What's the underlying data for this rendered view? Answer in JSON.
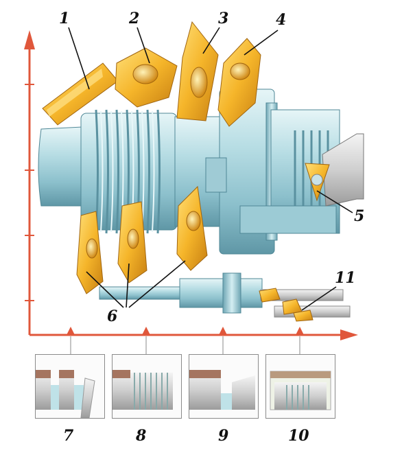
{
  "colors": {
    "axis": "#e0573b",
    "steel_light": "#b7dde4",
    "steel_mid": "#8cc0cc",
    "steel_dark": "#5f97a6",
    "insert_gold": "#f5b52a",
    "insert_light": "#ffd968",
    "insert_dark": "#c77f12",
    "leader": "#111111"
  },
  "callouts": {
    "c1": "1",
    "c2": "2",
    "c3": "3",
    "c4": "4",
    "c5": "5",
    "c6": "6",
    "c11": "11"
  },
  "thumbnails": [
    {
      "caption": "7"
    },
    {
      "caption": "8"
    },
    {
      "caption": "9"
    },
    {
      "caption": "10"
    }
  ]
}
